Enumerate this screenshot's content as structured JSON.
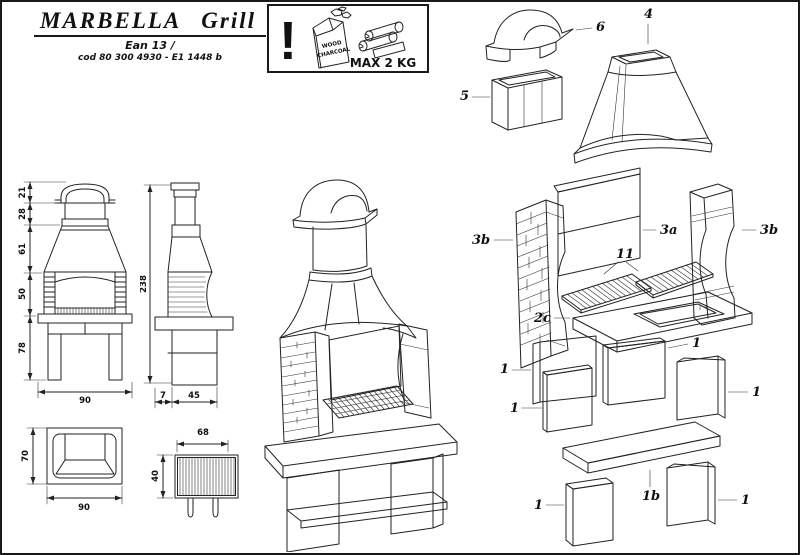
{
  "title_block": {
    "product_name": "MARBELLA",
    "product_variant": "Grill",
    "ean_line": "Ean 13  /",
    "code_line": "cod  80 300 4930 - E1 1448 b"
  },
  "warning_box": {
    "exclamation_mark": "!",
    "bag_line1": "WOOD",
    "bag_line2": "CHARCOAL",
    "max_load": "MAX 2 KG"
  },
  "dimensions": {
    "front_view": {
      "cap_height": "21",
      "neck_height": "28",
      "hood_height": "61",
      "firebox_height": "50",
      "base_height": "78",
      "width": "90"
    },
    "side_view": {
      "total_height": "238",
      "overhang": "7",
      "depth": "45"
    },
    "basin_top_view": {
      "depth": "70",
      "width": "90"
    },
    "grate_detail": {
      "width": "68",
      "height": "40"
    }
  },
  "part_labels": {
    "chimney_cap": "6",
    "hood": "4",
    "chimney_flue": "5",
    "side_pillar": "3b",
    "back_panel": "3a",
    "grill_grate": "11",
    "worktop": "2c",
    "base_panel": "1",
    "base_shelf": "1b"
  }
}
